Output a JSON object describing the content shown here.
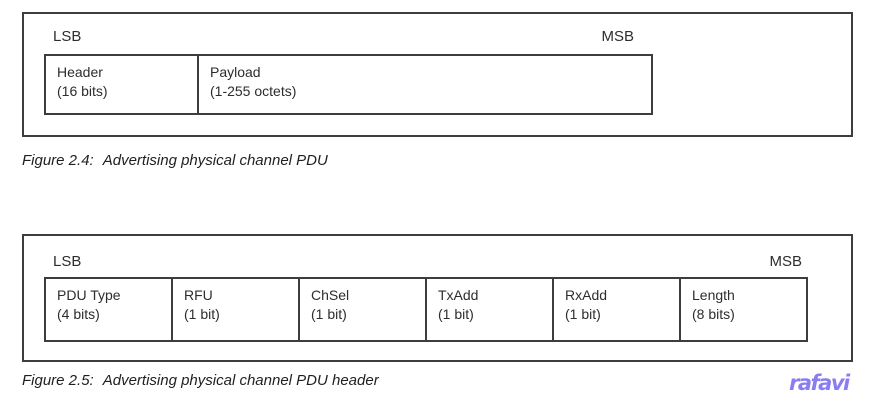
{
  "colors": {
    "border": "#3d3d3d",
    "text": "#2d2d2d",
    "caption_text": "#1f1f1f",
    "watermark": "#8b7cf2",
    "background": "#ffffff"
  },
  "figures": [
    {
      "id": "fig-2-4",
      "lsb_label": "LSB",
      "msb_label": "MSB",
      "fields": [
        {
          "name": "Header",
          "size": "(16 bits)"
        },
        {
          "name": "Payload",
          "size": "(1-255 octets)"
        }
      ],
      "caption_label": "Figure 2.4:",
      "caption_text": "Advertising physical channel PDU"
    },
    {
      "id": "fig-2-5",
      "lsb_label": "LSB",
      "msb_label": "MSB",
      "fields": [
        {
          "name": "PDU Type",
          "size": "(4 bits)"
        },
        {
          "name": "RFU",
          "size": "(1 bit)"
        },
        {
          "name": "ChSel",
          "size": "(1 bit)"
        },
        {
          "name": "TxAdd",
          "size": "(1 bit)"
        },
        {
          "name": "RxAdd",
          "size": "(1 bit)"
        },
        {
          "name": "Length",
          "size": "(8 bits)"
        }
      ],
      "caption_label": "Figure 2.5:",
      "caption_text": "Advertising physical channel PDU header"
    }
  ],
  "watermark": {
    "text": "rafavi"
  }
}
